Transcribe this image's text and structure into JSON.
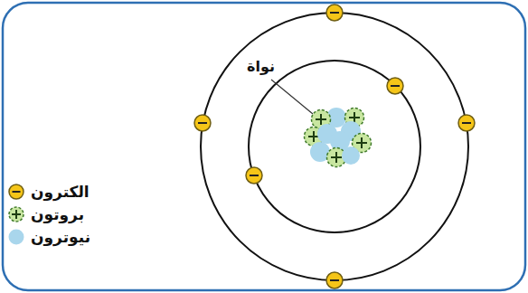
{
  "diagram": {
    "labels": [
      "نواة"
    ],
    "legend": [
      {
        "text": "الكترون"
      },
      {
        "text": "بروتون"
      },
      {
        "text": "نيوترون",
        "color": "#a9d6ec"
      }
    ]
  }
}
